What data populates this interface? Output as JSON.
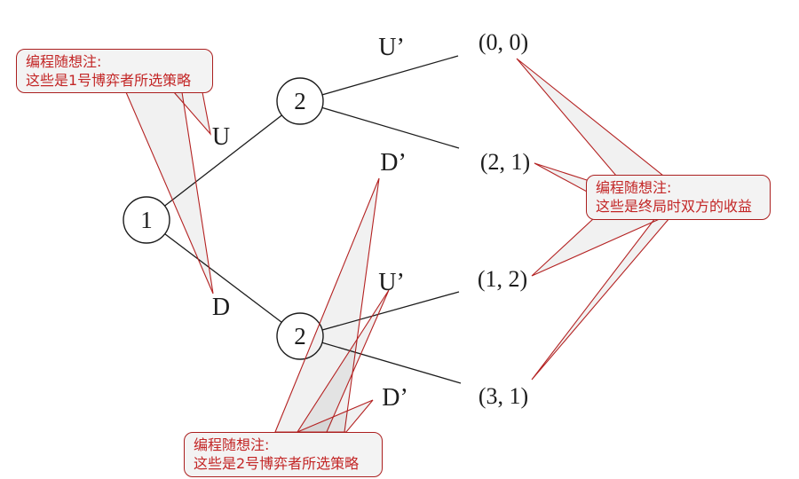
{
  "diagram": {
    "title_hint": "extensive-form game tree",
    "nodes": {
      "root_label": "1",
      "player2_top_label": "2",
      "player2_bottom_label": "2"
    },
    "branches": {
      "up": "U",
      "down": "D",
      "top_up": "U’",
      "top_down": "D’",
      "bottom_up": "U’",
      "bottom_down": "D’"
    },
    "payoffs": {
      "top_up": "(0, 0)",
      "top_down": "(2, 1)",
      "bottom_up": "(1, 2)",
      "bottom_down": "(3, 1)"
    }
  },
  "annotations": {
    "player1_strategies": {
      "line1": "编程随想注:",
      "line2": "这些是1号博弈者所选策略"
    },
    "final_payoffs": {
      "line1": "编程随想注:",
      "line2": "这些是终局时双方的收益"
    },
    "player2_strategies": {
      "line1": "编程随想注:",
      "line2": "这些是2号博弈者所选策略"
    }
  },
  "colors": {
    "annotation_red": "#b42222",
    "annotation_text_red": "#c32626",
    "callout_fill": "#f3f3f3",
    "tree_black": "#1c1c1c",
    "background": "#ffffff"
  }
}
